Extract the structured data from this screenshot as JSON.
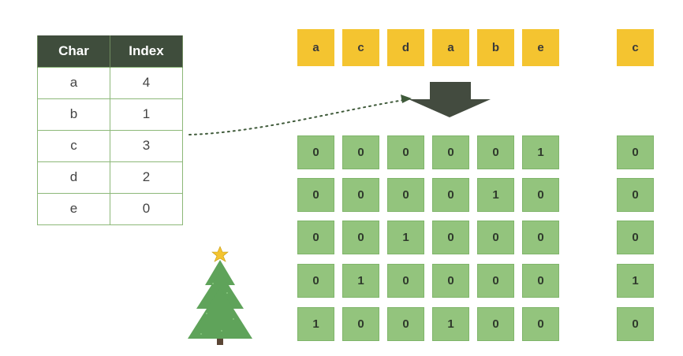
{
  "table": {
    "headers": [
      "Char",
      "Index"
    ],
    "rows": [
      [
        "a",
        "4"
      ],
      [
        "b",
        "1"
      ],
      [
        "c",
        "3"
      ],
      [
        "d",
        "2"
      ],
      [
        "e",
        "0"
      ]
    ]
  },
  "sequence": [
    "a",
    "c",
    "d",
    "a",
    "b",
    "e"
  ],
  "extra_char": "c",
  "matrix": [
    [
      "0",
      "0",
      "0",
      "0",
      "0",
      "1"
    ],
    [
      "0",
      "0",
      "0",
      "0",
      "1",
      "0"
    ],
    [
      "0",
      "0",
      "1",
      "0",
      "0",
      "0"
    ],
    [
      "0",
      "1",
      "0",
      "0",
      "0",
      "0"
    ],
    [
      "1",
      "0",
      "0",
      "1",
      "0",
      "0"
    ]
  ],
  "extra_column": [
    "0",
    "0",
    "0",
    "1",
    "0"
  ],
  "colors": {
    "header_bg": "#3f4d3c",
    "char_fill": "#f4c430",
    "cell_fill": "#93c47d",
    "table_border": "#8cb878",
    "arrow": "#434b3f",
    "tree": "#5fa35a",
    "star": "#f4c430"
  },
  "icons": [
    "down-arrow-icon",
    "dotted-curve-connector",
    "christmas-tree-icon",
    "star-icon"
  ]
}
